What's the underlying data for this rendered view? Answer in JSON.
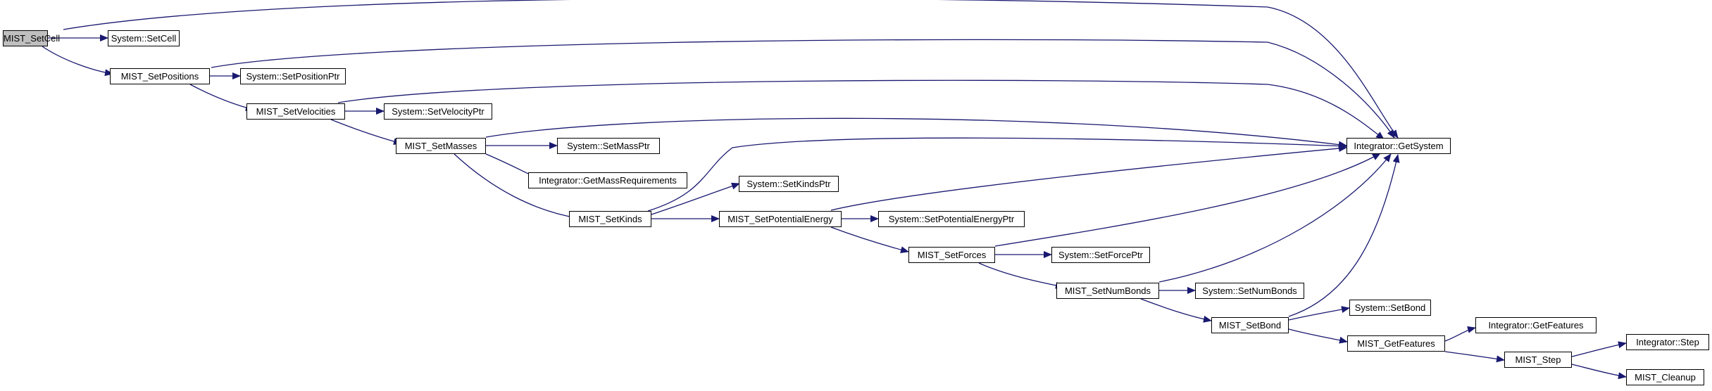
{
  "colors": {
    "edge": "#191970",
    "node_border": "#000000",
    "node_fill": "#ffffff",
    "root_fill": "#bfbfbf"
  },
  "nodes": {
    "mist_setcell": "MIST_SetCell",
    "system_setcell": "System::SetCell",
    "mist_setpositions": "MIST_SetPositions",
    "system_setpositionptr": "System::SetPositionPtr",
    "mist_setvelocities": "MIST_SetVelocities",
    "system_setvelocityptr": "System::SetVelocityPtr",
    "mist_setmasses": "MIST_SetMasses",
    "system_setmassptr": "System::SetMassPtr",
    "integrator_getmassrequirements": "Integrator::GetMassRequirements",
    "integrator_getsystem": "Integrator::GetSystem",
    "system_setkindsptr": "System::SetKindsPtr",
    "mist_setkinds": "MIST_SetKinds",
    "mist_setpotentialenergy": "MIST_SetPotentialEnergy",
    "system_setpotentialenergyptr": "System::SetPotentialEnergyPtr",
    "mist_setforces": "MIST_SetForces",
    "system_setforceptr": "System::SetForcePtr",
    "mist_setnumbonds": "MIST_SetNumBonds",
    "system_setnumbonds": "System::SetNumBonds",
    "system_setbond": "System::SetBond",
    "mist_setbond": "MIST_SetBond",
    "integrator_getfeatures": "Integrator::GetFeatures",
    "mist_getfeatures": "MIST_GetFeatures",
    "mist_step": "MIST_Step",
    "integrator_step": "Integrator::Step",
    "mist_cleanup": "MIST_Cleanup"
  }
}
